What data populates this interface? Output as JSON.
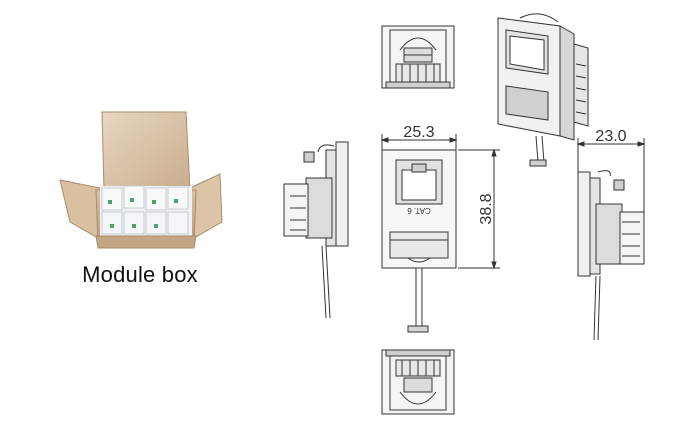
{
  "caption": "Module box",
  "dimensions": {
    "width_front": "25.3",
    "height_front": "38.8",
    "depth_side": "23.0"
  },
  "jack_label": "CAT. 6"
}
